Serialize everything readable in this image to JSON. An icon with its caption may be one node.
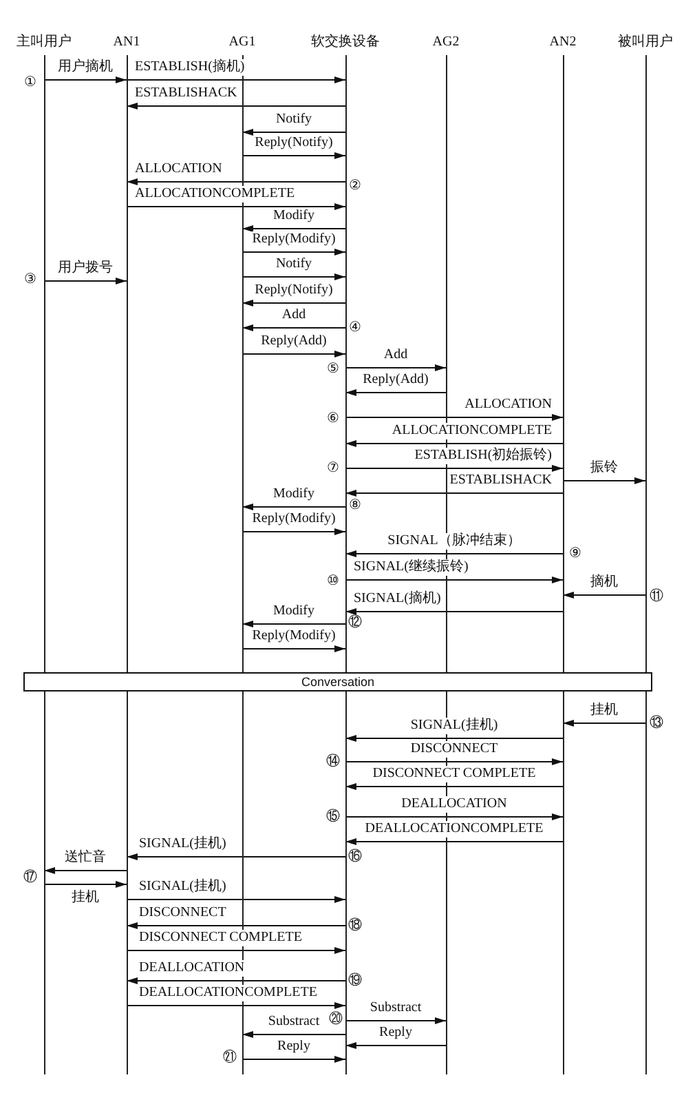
{
  "diagram": {
    "nodes": [
      {
        "text": [
          "主叫用户"
        ]
      },
      {
        "text": [
          "AN1"
        ]
      },
      {
        "text": [
          "AG1"
        ]
      },
      {
        "text": [
          "软交换设备"
        ]
      },
      {
        "text": [
          "AG2"
        ]
      },
      {
        "text": [
          "AN2"
        ]
      },
      {
        "text": [
          "被叫用户"
        ]
      },
      {
        "text": [
          "Conversation"
        ]
      }
    ],
    "edges": [
      {
        "from": 0,
        "to": 1,
        "arrow": "to",
        "label": "用户摘机"
      },
      {
        "from": 1,
        "to": 3,
        "arrow": "to",
        "label": "ESTABLISH(摘机)"
      },
      {
        "from": 3,
        "to": 1,
        "arrow": "to",
        "label": "ESTABLISHACK"
      },
      {
        "from": 3,
        "to": 2,
        "arrow": "to",
        "label": "Notify"
      },
      {
        "from": 2,
        "to": 3,
        "arrow": "to",
        "label": "Reply(Notify)"
      },
      {
        "from": 3,
        "to": 1,
        "arrow": "to",
        "label": "ALLOCATION"
      },
      {
        "from": 1,
        "to": 3,
        "arrow": "to",
        "label": "ALLOCATIONCOMPLETE"
      },
      {
        "from": 3,
        "to": 2,
        "arrow": "to",
        "label": "Modify"
      },
      {
        "from": 2,
        "to": 3,
        "arrow": "to",
        "label": "Reply(Modify)"
      },
      {
        "from": 0,
        "to": 1,
        "arrow": "to",
        "label": "用户拨号"
      },
      {
        "from": 2,
        "to": 3,
        "arrow": "to",
        "label": "Notify"
      },
      {
        "from": 3,
        "to": 2,
        "arrow": "to",
        "label": "Reply(Notify)"
      },
      {
        "from": 3,
        "to": 2,
        "arrow": "to",
        "label": "Add"
      },
      {
        "from": 2,
        "to": 3,
        "arrow": "to",
        "label": "Reply(Add)"
      },
      {
        "from": 3,
        "to": 4,
        "arrow": "to",
        "label": "Add"
      },
      {
        "from": 4,
        "to": 3,
        "arrow": "to",
        "label": "Reply(Add)"
      },
      {
        "from": 3,
        "to": 5,
        "arrow": "to",
        "label": "ALLOCATION"
      },
      {
        "from": 5,
        "to": 3,
        "arrow": "to",
        "label": "ALLOCATIONCOMPLETE"
      },
      {
        "from": 3,
        "to": 5,
        "arrow": "to",
        "label": "ESTABLISH(初始振铃)"
      },
      {
        "from": 5,
        "to": 6,
        "arrow": "to",
        "label": "振铃"
      },
      {
        "from": 5,
        "to": 3,
        "arrow": "to",
        "label": "ESTABLISHACK"
      },
      {
        "from": 3,
        "to": 2,
        "arrow": "to",
        "label": "Modify"
      },
      {
        "from": 2,
        "to": 3,
        "arrow": "to",
        "label": "Reply(Modify)"
      },
      {
        "from": 5,
        "to": 3,
        "arrow": "to",
        "label": "SIGNAL（脉冲结束）"
      },
      {
        "from": 3,
        "to": 5,
        "arrow": "to",
        "label": "SIGNAL(继续振铃)"
      },
      {
        "from": 6,
        "to": 5,
        "arrow": "to",
        "label": "摘机"
      },
      {
        "from": 5,
        "to": 3,
        "arrow": "to",
        "label": "SIGNAL(摘机)"
      },
      {
        "from": 3,
        "to": 2,
        "arrow": "to",
        "label": "Modify"
      },
      {
        "from": 2,
        "to": 3,
        "arrow": "to",
        "label": "Reply(Modify)"
      },
      {
        "from": 6,
        "to": 5,
        "arrow": "to",
        "label": "挂机"
      },
      {
        "from": 5,
        "to": 3,
        "arrow": "to",
        "label": "SIGNAL(挂机)"
      },
      {
        "from": 3,
        "to": 5,
        "arrow": "to",
        "label": "DISCONNECT"
      },
      {
        "from": 5,
        "to": 3,
        "arrow": "to",
        "label": "DISCONNECT COMPLETE"
      },
      {
        "from": 3,
        "to": 5,
        "arrow": "to",
        "label": "DEALLOCATION"
      },
      {
        "from": 5,
        "to": 3,
        "arrow": "to",
        "label": "DEALLOCATIONCOMPLETE"
      },
      {
        "from": 3,
        "to": 1,
        "arrow": "to",
        "label": "SIGNAL(挂机)"
      },
      {
        "from": 1,
        "to": 0,
        "arrow": "to",
        "label": "送忙音"
      },
      {
        "from": 0,
        "to": 1,
        "arrow": "to",
        "label": "挂机"
      },
      {
        "from": 1,
        "to": 3,
        "arrow": "to",
        "label": "SIGNAL(挂机)"
      },
      {
        "from": 3,
        "to": 1,
        "arrow": "to",
        "label": "DISCONNECT"
      },
      {
        "from": 1,
        "to": 3,
        "arrow": "to",
        "label": "DISCONNECT COMPLETE"
      },
      {
        "from": 3,
        "to": 1,
        "arrow": "to",
        "label": "DEALLOCATION"
      },
      {
        "from": 1,
        "to": 3,
        "arrow": "to",
        "label": "DEALLOCATIONCOMPLETE"
      },
      {
        "from": 3,
        "to": 4,
        "arrow": "to",
        "label": "Substract"
      },
      {
        "from": 3,
        "to": 2,
        "arrow": "to",
        "label": "Substract"
      },
      {
        "from": 4,
        "to": 3,
        "arrow": "to",
        "label": "Reply"
      },
      {
        "from": 2,
        "to": 3,
        "arrow": "to",
        "label": "Reply"
      }
    ],
    "labels": [
      "①",
      "②",
      "③",
      "④",
      "⑤",
      "⑥",
      "⑦",
      "⑧",
      "⑨",
      "⑩",
      "⑪",
      "⑫",
      "⑬",
      "⑭",
      "⑮",
      "⑯",
      "⑰",
      "⑱",
      "⑲",
      "⑳",
      "㉑"
    ]
  }
}
